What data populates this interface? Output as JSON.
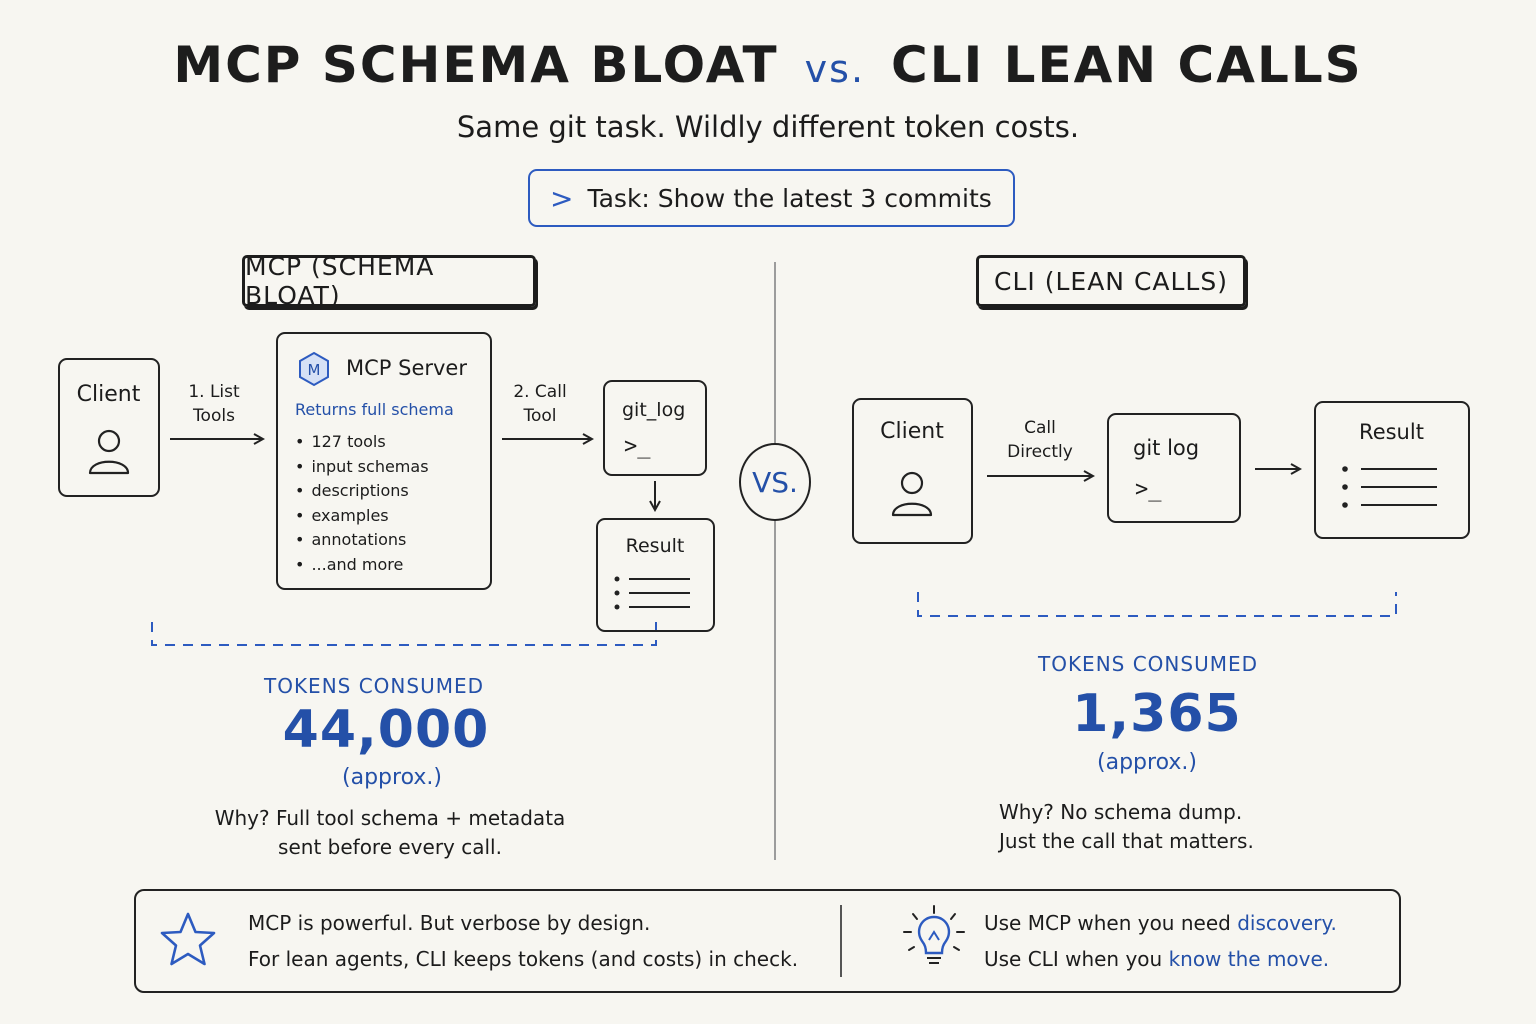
{
  "title": {
    "left": "MCP SCHEMA BLOAT",
    "vs": "vs.",
    "right": "CLI LEAN CALLS"
  },
  "subtitle": "Same git task. Wildly different token costs.",
  "task": "Task: Show the latest 3 commits",
  "vs_center": "VS.",
  "mcp": {
    "section_title": "MCP (SCHEMA BLOAT)",
    "client": "Client",
    "step1_line1": "1. List",
    "step1_line2": "Tools",
    "server_title": "MCP Server",
    "server_badge": "M",
    "server_subtitle": "Returns full schema",
    "server_items": [
      "127 tools",
      "input schemas",
      "descriptions",
      "examples",
      "annotations",
      "...and more"
    ],
    "step2_line1": "2. Call",
    "step2_line2": "Tool",
    "gitlog": "git_log",
    "prompt": ">_",
    "result": "Result",
    "tokens_label": "TOKENS CONSUMED",
    "tokens_value": "44,000",
    "approx": "(approx.)",
    "why_line1": "Why? Full tool schema + metadata",
    "why_line2": "sent before every call."
  },
  "cli": {
    "section_title": "CLI (LEAN CALLS)",
    "client": "Client",
    "step_line1": "Call",
    "step_line2": "Directly",
    "gitlog": "git log",
    "prompt": ">_",
    "result": "Result",
    "tokens_label": "TOKENS CONSUMED",
    "tokens_value": "1,365",
    "approx": "(approx.)",
    "why_line1": "Why? No schema dump.",
    "why_line2": "Just the call that matters."
  },
  "footer": {
    "left_line1": "MCP is powerful. But verbose by design.",
    "left_line2": "For lean agents, CLI keeps tokens (and costs) in check.",
    "right_line1_prefix": "Use MCP when you need",
    "right_line1_highlight": "discovery.",
    "right_line2_prefix": "Use CLI when you",
    "right_line2_highlight": "know the move."
  },
  "colors": {
    "accent": "#2450a8",
    "ink": "#1c1c1c",
    "background": "#f7f6f1"
  }
}
